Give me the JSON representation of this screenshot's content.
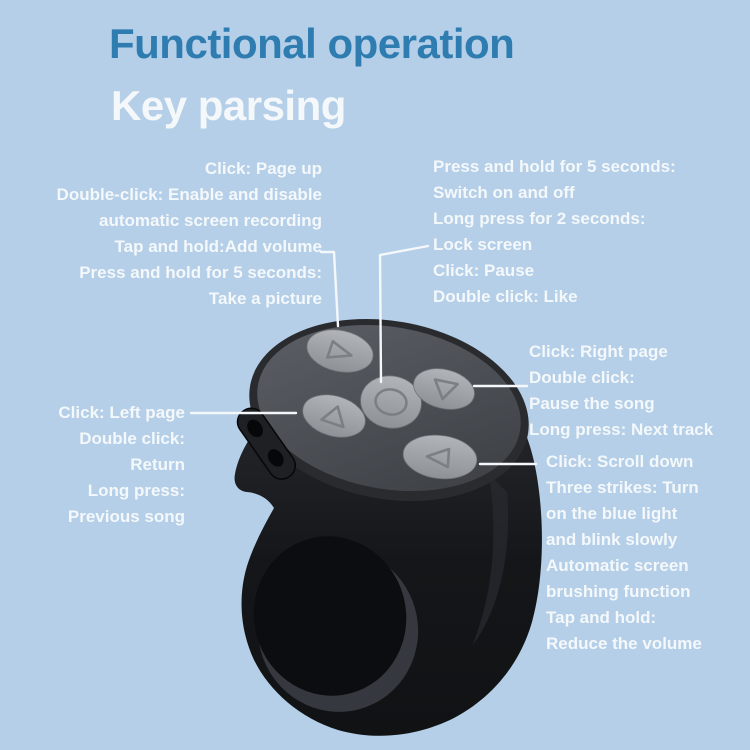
{
  "header": {
    "title": "Functional operation",
    "subtitle": "Key parsing"
  },
  "annotations": {
    "up": {
      "target": "up-button",
      "lines": [
        "Click: Page up",
        "Double-click: Enable and disable",
        "automatic screen recording",
        "Tap and hold:Add volume",
        "Press and hold for 5 seconds:",
        "Take a picture"
      ]
    },
    "center": {
      "target": "center-button",
      "lines": [
        "Press and hold for 5 seconds:",
        "Switch on and off",
        "Long press for 2 seconds:",
        "Lock screen",
        "Click: Pause",
        "Double click: Like"
      ]
    },
    "left": {
      "target": "left-button",
      "lines": [
        "Click: Left page",
        "Double click:",
        "Return",
        "Long press:",
        "Previous song"
      ]
    },
    "right": {
      "target": "right-button",
      "lines": [
        "Click: Right page",
        "Double click:",
        "Pause the song",
        "Long press: Next track"
      ]
    },
    "down": {
      "target": "down-button",
      "lines": [
        "Click: Scroll down",
        "Three strikes: Turn",
        "on the blue light",
        "and blink slowly",
        "Automatic screen",
        "brushing function",
        "Tap and hold:",
        "Reduce the volume"
      ]
    }
  },
  "device": {
    "buttons": [
      {
        "id": "up",
        "icon": "triangle-right-icon"
      },
      {
        "id": "left",
        "icon": "triangle-up-icon"
      },
      {
        "id": "center",
        "icon": "circle-icon"
      },
      {
        "id": "right",
        "icon": "triangle-down-icon"
      },
      {
        "id": "down",
        "icon": "triangle-left-icon"
      }
    ]
  },
  "colors": {
    "background": "#b4cfe7",
    "title-blue": "#2e7cb0",
    "text-white": "#f4f8fb",
    "connector-white": "#f5f8fb",
    "device-black": "#17191c",
    "device-face": "#4b4e54",
    "button-gray": "#a3a6ab"
  }
}
